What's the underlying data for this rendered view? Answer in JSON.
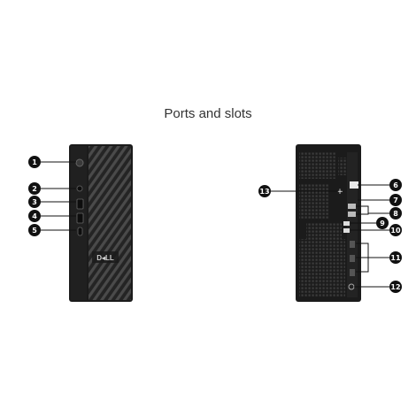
{
  "header": {
    "title": "Ports and slots"
  },
  "front": {
    "logo_text": "D◂LL",
    "callouts": [
      "1",
      "2",
      "3",
      "4",
      "5"
    ]
  },
  "rear": {
    "callouts": [
      "6",
      "7",
      "8",
      "9",
      "10",
      "11",
      "12",
      "13"
    ]
  },
  "colors": {
    "callout_bg": "#111111",
    "chassis": "#1e1e1e",
    "grille": "#2b2b2b",
    "text": "#333333"
  }
}
